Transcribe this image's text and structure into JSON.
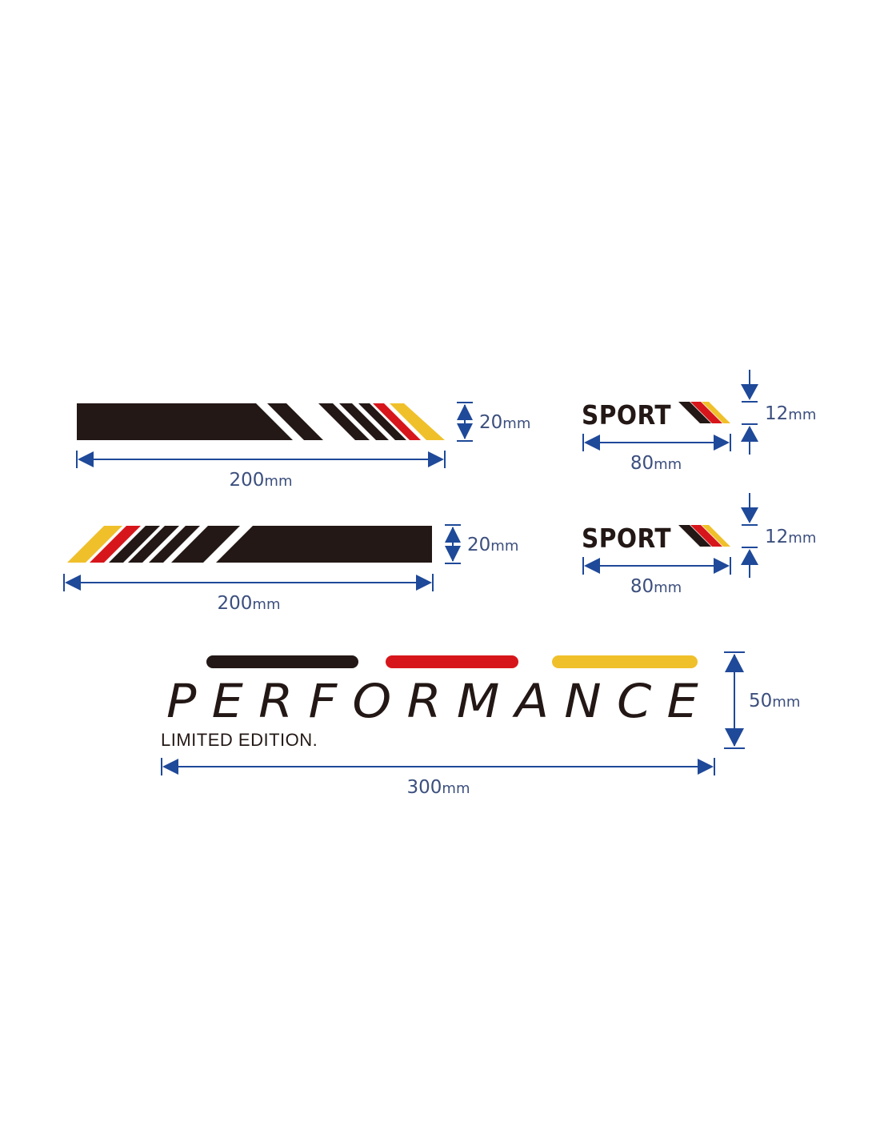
{
  "colors": {
    "black": "#231815",
    "red": "#d7161b",
    "yellow": "#f0c02b",
    "dimension": "#1f4999",
    "dimension_text": "#3c4f7e"
  },
  "stripe_top": {
    "height_value": "20",
    "height_unit": "mm",
    "width_value": "200",
    "width_unit": "mm"
  },
  "stripe_bottom": {
    "height_value": "20",
    "height_unit": "mm",
    "width_value": "200",
    "width_unit": "mm"
  },
  "sport_top": {
    "text": "SPORT",
    "height_value": "12",
    "height_unit": "mm",
    "width_value": "80",
    "width_unit": "mm"
  },
  "sport_bottom": {
    "text": "SPORT",
    "height_value": "12",
    "height_unit": "mm",
    "width_value": "80",
    "width_unit": "mm"
  },
  "performance": {
    "text": "PERFORMANCE",
    "subtitle": "LIMITED EDITION.",
    "height_value": "50",
    "height_unit": "mm",
    "width_value": "300",
    "width_unit": "mm"
  }
}
